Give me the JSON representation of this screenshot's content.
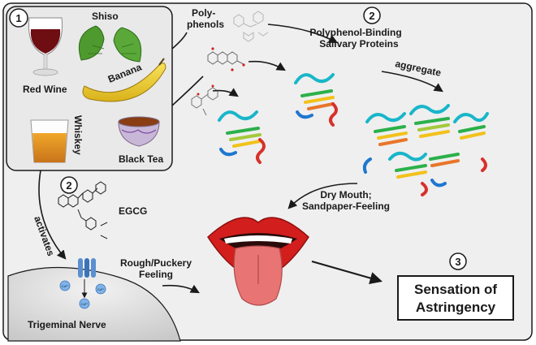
{
  "foods": {
    "step_badge": "1",
    "items": [
      "Shiso",
      "Red Wine",
      "Banana",
      "Whiskey",
      "Black Tea"
    ]
  },
  "pathway": {
    "polyphenols_line1": "Poly-",
    "polyphenols_line2": "phenols",
    "proteins_badge": "2",
    "proteins_line1": "Polyphenol-Binding",
    "proteins_line2": "Salivary Proteins",
    "aggregate": "aggregate",
    "dry_mouth_line1": "Dry Mouth;",
    "dry_mouth_line2": "Sandpaper-Feeling"
  },
  "egcg": {
    "badge": "2",
    "name": "EGCG",
    "ion_label": "Ca²⁺"
  },
  "nerve": {
    "activates": "activates",
    "rough_line1": "Rough/Puckery",
    "rough_line2": "Feeling",
    "trigeminal": "Trigeminal Nerve"
  },
  "result": {
    "badge": "3",
    "line1": "Sensation of",
    "line2": "Astringency"
  },
  "colors": {
    "panel_bg": "#efefef",
    "foods_bg": "#e9e9e9",
    "lips": "#d31e1e",
    "tongue": "#e87474",
    "protein_helix": [
      "#1f77d0",
      "#19b6c9",
      "#2cb04a",
      "#a4c93a",
      "#f2c21b",
      "#e8762a",
      "#d8302a"
    ]
  }
}
